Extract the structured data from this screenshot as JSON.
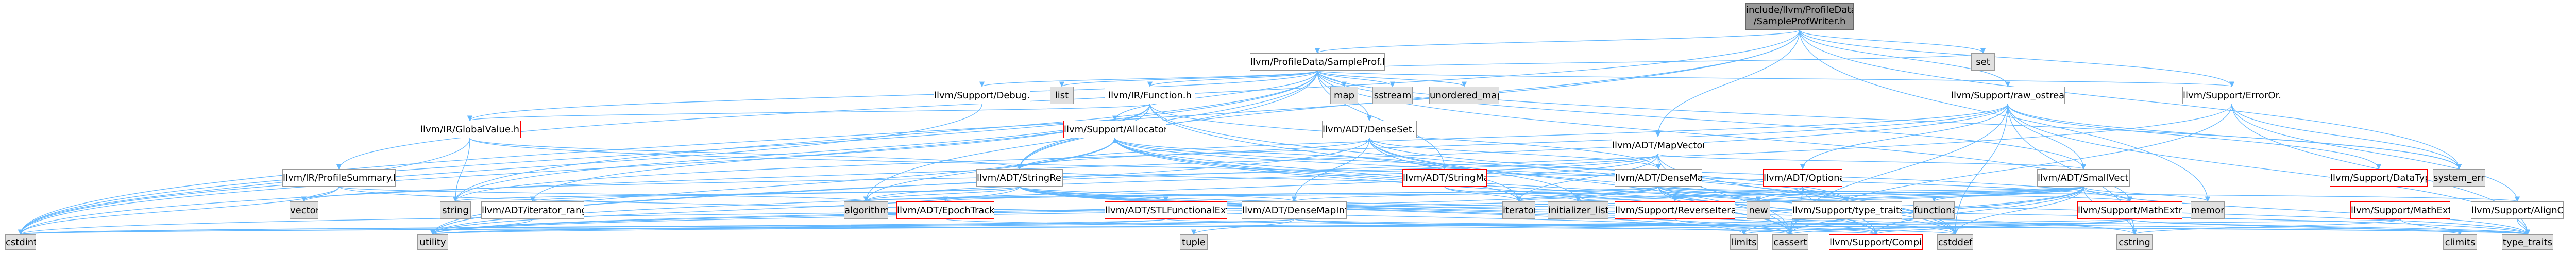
{
  "colors": {
    "edge": "#63b8ff",
    "root_fill": "#999999",
    "external_fill": "#e0e0e0",
    "documented_border": "#ff0000",
    "default_border": "#999999"
  },
  "nodes": {
    "root": {
      "line1": "include/llvm/ProfileData",
      "line2": "/SampleProfWriter.h"
    },
    "sampleprof": "llvm/ProfileData/SampleProf.h",
    "function": "llvm/IR/Function.h",
    "globalvalue": "llvm/IR/GlobalValue.h",
    "profilesummary": "llvm/IR/ProfileSummary.h",
    "allocator": "llvm/Support/Allocator.h",
    "densemap": "llvm/ADT/DenseMap.h",
    "densemapinfo": "llvm/ADT/DenseMapInfo.h",
    "denseset": "llvm/ADT/DenseSet.h",
    "mapvector": "llvm/ADT/MapVector.h",
    "smallvector": "llvm/ADT/SmallVector.h",
    "stringmap": "llvm/ADT/StringMap.h",
    "stringref": "llvm/ADT/StringRef.h",
    "optional": "llvm/ADT/Optional.h",
    "iterator_range": "llvm/ADT/iterator_range.h",
    "epochtracker": "llvm/ADT/EpochTracker.h",
    "stlfunctional": "llvm/ADT/STLFunctionalExtras.h",
    "debug": "llvm/Support/Debug.h",
    "erroror": "llvm/Support/ErrorOr.h",
    "alignof": "llvm/Support/AlignOf.h",
    "raw_ostream": "llvm/Support/raw_ostream.h",
    "datatypes": "llvm/Support/DataTypes.h",
    "mathextras": "llvm/Support/MathExtras.h",
    "reverseiteration": "llvm/Support/ReverseIteration.h",
    "type_traits_llvm": "llvm/Support/type_traits.h",
    "compiler": "llvm/Support/Compiler.h",
    "mathextras_llvm": "llvm/Support/MathExtras.h",
    "std_list": "list",
    "std_map": "map",
    "std_sstream": "sstream",
    "std_unordered_map": "unordered_map",
    "std_set": "set",
    "std_system_error": "system_error",
    "std_algorithm": "algorithm",
    "std_string": "string",
    "std_vector": "vector",
    "std_iterator": "iterator",
    "std_initializer_list": "initializer_list",
    "std_new": "new",
    "std_functional": "functional",
    "std_memory": "memory",
    "std_tuple": "tuple",
    "std_cstdint": "cstdint",
    "std_utility": "utility",
    "std_limits": "limits",
    "std_cassert": "cassert",
    "std_cstddef": "cstddef",
    "std_cstring": "cstring",
    "std_type_traits": "type_traits",
    "std_climits": "climits"
  }
}
